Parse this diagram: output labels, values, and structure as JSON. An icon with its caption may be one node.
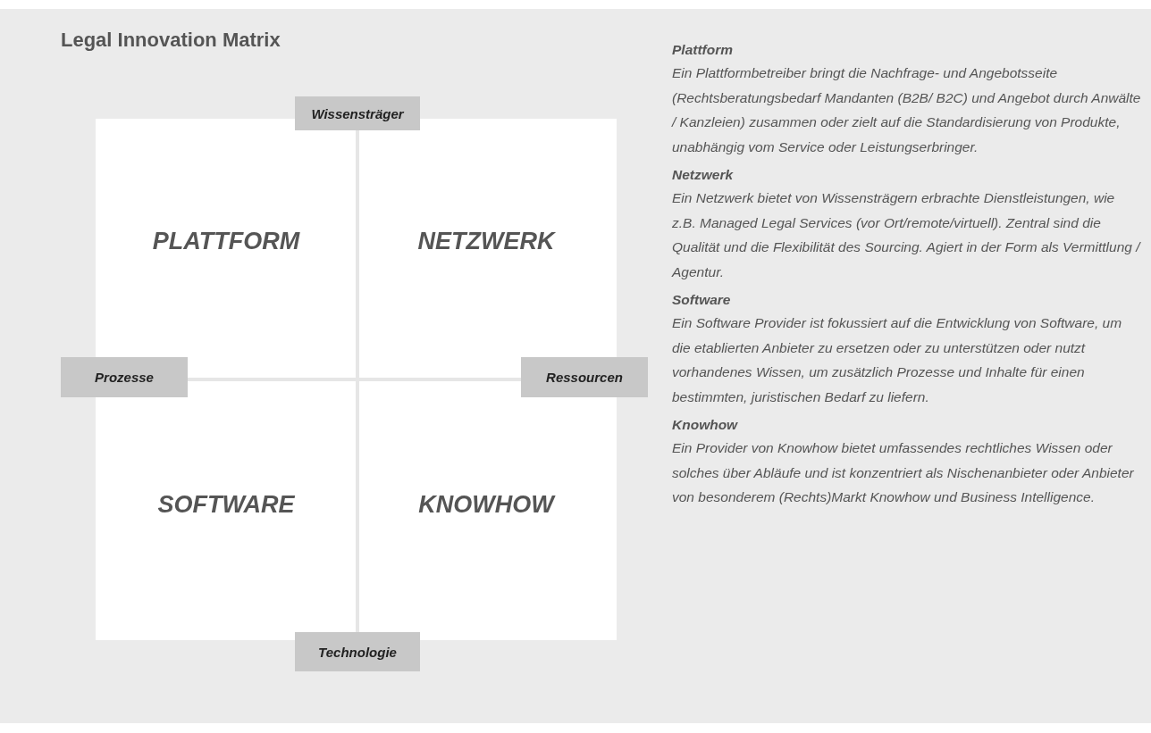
{
  "diagram": {
    "title": "Legal Innovation Matrix",
    "nodes": [
      {
        "text": [
          "Wissensträger"
        ]
      },
      {
        "text": [
          "PLATTFORM"
        ]
      },
      {
        "text": [
          "NETZWERK"
        ]
      },
      {
        "text": [
          "Prozesse"
        ]
      },
      {
        "text": [
          "Ressourcen"
        ]
      },
      {
        "text": [
          "SOFTWARE"
        ]
      },
      {
        "text": [
          "KNOWHOW"
        ]
      },
      {
        "text": [
          "Technologie"
        ]
      }
    ],
    "labels": [
      "Plattform",
      "Ein Plattformbetreiber bringt die Nachfrage- und Angebotsseite (Rechtsberatungsbedarf Mandanten (B2B/ B2C) und Angebot durch Anwälte / Kanzleien) zusammen oder zielt auf die Standardisierung von Produkte, unabhängig vom Service oder Leistungserbringer.",
      "Netzwerk",
      "Ein Netzwerk bietet von Wissensträgern erbrachte Dienstleistungen, wie z.B. Managed Legal Services (vor Ort/remote/virtuell). Zentral sind die Qualität und die Flexibilität des Sourcing. Agiert in der Form als Vermittlung / Agentur.",
      "Software",
      "Ein Software Provider ist fokussiert auf die Entwicklung von Software, um die etablierten Anbieter zu ersetzen oder zu unterstützen oder nutzt vorhandenes Wissen, um zusätzlich Prozesse und Inhalte für einen bestimmten, juristischen Bedarf zu liefern.",
      "Knowhow",
      "Ein Provider von Knowhow bietet umfassendes rechtliches Wissen oder solches über Abläufe und ist konzentriert als Nischenanbieter oder Anbieter von besonderem (Rechts)Markt Knowhow und Business Intelligence."
    ]
  }
}
